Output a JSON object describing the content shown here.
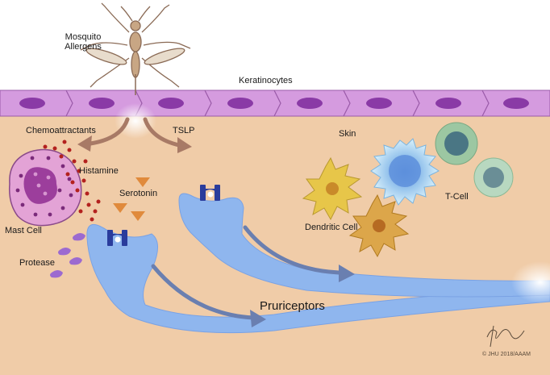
{
  "labels": {
    "mosquito_allergens_line1": "Mosquito",
    "mosquito_allergens_line2": "Allergens",
    "keratinocytes": "Keratinocytes",
    "chemoattractants": "Chemoattractants",
    "tslp": "TSLP",
    "skin": "Skin",
    "histamine": "Histamine",
    "serotonin": "Serotonin",
    "mast_cell": "Mast Cell",
    "protease": "Protease",
    "dendritic_cell": "Dendritic Cell",
    "t_cell": "T-Cell",
    "pruriceptors": "Pruriceptors",
    "copyright": "© JHU 2018/AAAM"
  },
  "colors": {
    "dermis": "#f0cca8",
    "keratinocyte_fill": "#d59bdf",
    "keratinocyte_nucleus": "#8a3aa6",
    "neuron": "#8fb6ee",
    "neuron_edge": "#6f9ae0",
    "receptor": "#2a3c9c",
    "arrow_brown": "#a87a66",
    "arrow_blue": "#6a7fb0",
    "histamine_dot": "#b3211e",
    "serotonin": "#e08a3c",
    "protease": "#9c6ad0",
    "mast_cell": "#e3a3d6",
    "mast_cell_nucleus": "#9c3e9c",
    "dendritic_yellow": "#e7c649",
    "dendritic_orange": "#dca64a",
    "tcell_large": "#bfe4f3",
    "tcell_green": "#9cc7a2"
  }
}
